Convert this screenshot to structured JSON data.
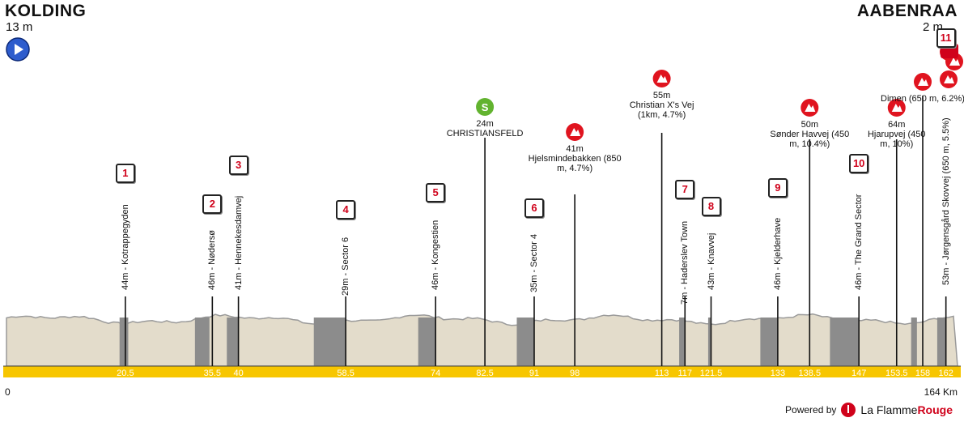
{
  "start": {
    "city": "KOLDING",
    "alt": "13 m"
  },
  "finish": {
    "city": "AABENRAA",
    "alt": "2 m"
  },
  "axis": {
    "start": "0",
    "end": "164 Km"
  },
  "powered_by": {
    "text": "Powered by",
    "brand_a": "La Flamme",
    "brand_b": "Rouge"
  },
  "colors": {
    "km_bar": "#f7c600",
    "terrain": "#e3dccb",
    "sector": "#8c8c8c",
    "climb": "#e0141f",
    "sprint": "#62b32f",
    "start": "#2d5ccd"
  },
  "km_ticks": [
    "20.5",
    "35.5",
    "40",
    "58.5",
    "74",
    "82.5",
    "91",
    "98",
    "113",
    "117",
    "121.5",
    "133",
    "138.5",
    "147",
    "153.5",
    "158",
    "162"
  ],
  "sectors": [
    {
      "num": "1",
      "label": "44m - Kotrappegyden",
      "km": 20.5
    },
    {
      "num": "2",
      "label": "46m - Nødersø",
      "km": 35.5
    },
    {
      "num": "3",
      "label": "41m - Hennekesdamvej",
      "km": 40
    },
    {
      "num": "4",
      "label": "29m - Sector 6",
      "km": 58.5
    },
    {
      "num": "5",
      "label": "46m - Kongestien",
      "km": 74
    },
    {
      "num": "6",
      "label": "35m - Sector 4",
      "km": 91
    },
    {
      "num": "7",
      "label": "7m - Haderslev Town",
      "km": 117
    },
    {
      "num": "8",
      "label": "43m - Knavvej",
      "km": 121.5
    },
    {
      "num": "9",
      "label": "46m - Kjelderhave",
      "km": 133
    },
    {
      "num": "10",
      "label": "46m - The Grand Sector",
      "km": 147
    },
    {
      "num": "11",
      "label": "53m - Jørgensgård Skovvej (650 m, 5.5%)",
      "km": 162
    }
  ],
  "climbs": [
    {
      "line1": "41m",
      "line2": "Hjelsmindebakken (850",
      "line3": "m, 4.7%)",
      "km": 98
    },
    {
      "line1": "55m",
      "line2": "Christian X's Vej",
      "line3": "(1km, 4.7%)",
      "km": 113
    },
    {
      "line1": "50m",
      "line2": "Sønder Havvej (450",
      "line3": "m, 10.4%)",
      "km": 138.5
    },
    {
      "line1": "64m",
      "line2": "Hjarupvej (450",
      "line3": "m, 10%)",
      "km": 153.5
    },
    {
      "line1": "",
      "line2": "Dimen (650 m, 6.2%)",
      "line3": "",
      "km": 158
    }
  ],
  "sprint": {
    "line1": "24m",
    "line2": "CHRISTIANSFELD",
    "km": 82.5
  }
}
